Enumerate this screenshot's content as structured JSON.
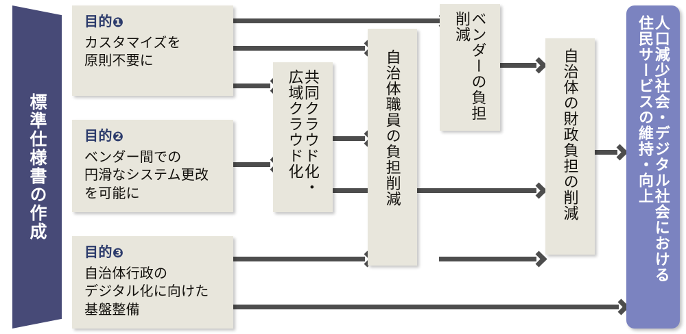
{
  "diagram": {
    "title_banner": {
      "text": "標準仕様書の作成",
      "color": "#474a77"
    },
    "purposes": [
      {
        "id": "purpose-1",
        "head": "目的",
        "num": "❶",
        "body": "カスタマイズを\n原則不要に"
      },
      {
        "id": "purpose-2",
        "head": "目的",
        "num": "❷",
        "body": "ベンダー間での\n円滑なシステム更改\nを可能に"
      },
      {
        "id": "purpose-3",
        "head": "目的",
        "num": "❸",
        "body": "自治体行政の\nデジタル化に向けた\n基盤整備"
      }
    ],
    "effects": [
      {
        "id": "cloud",
        "col_right": "共同クラウド化・",
        "col_left": "広域クラウド化"
      },
      {
        "id": "staff-burden",
        "col_right": "自治体職員の負担削減",
        "col_left": ""
      },
      {
        "id": "vendor-burden",
        "col_right": "ベンダーの負担",
        "col_left": "削減"
      },
      {
        "id": "fiscal-burden",
        "col_right": "自治体の財政負担の削減",
        "col_left": ""
      }
    ],
    "goal": {
      "col_right": "人口減少社会・デジタル社会における",
      "col_left": "住民サービスの維持・向上",
      "color": "#7b83c0"
    },
    "colors": {
      "box_fill": "#e8e6dc",
      "accent_navy": "#2b3a6b",
      "arrow": "#4d4d4d",
      "banner": "#474a77",
      "goal": "#7b83c0",
      "text": "#12100c"
    }
  }
}
